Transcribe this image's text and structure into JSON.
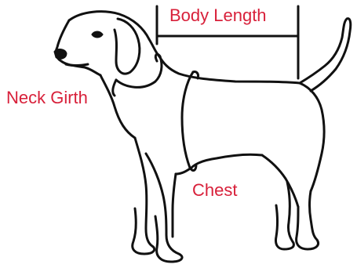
{
  "labels": {
    "body_length": "Body Length",
    "neck_girth": "Neck Girth",
    "chest": "Chest"
  },
  "colors": {
    "label": "#d8203a",
    "line": "#111111",
    "background": "#ffffff"
  },
  "illustration": {
    "subject": "dog-outline-icon"
  }
}
